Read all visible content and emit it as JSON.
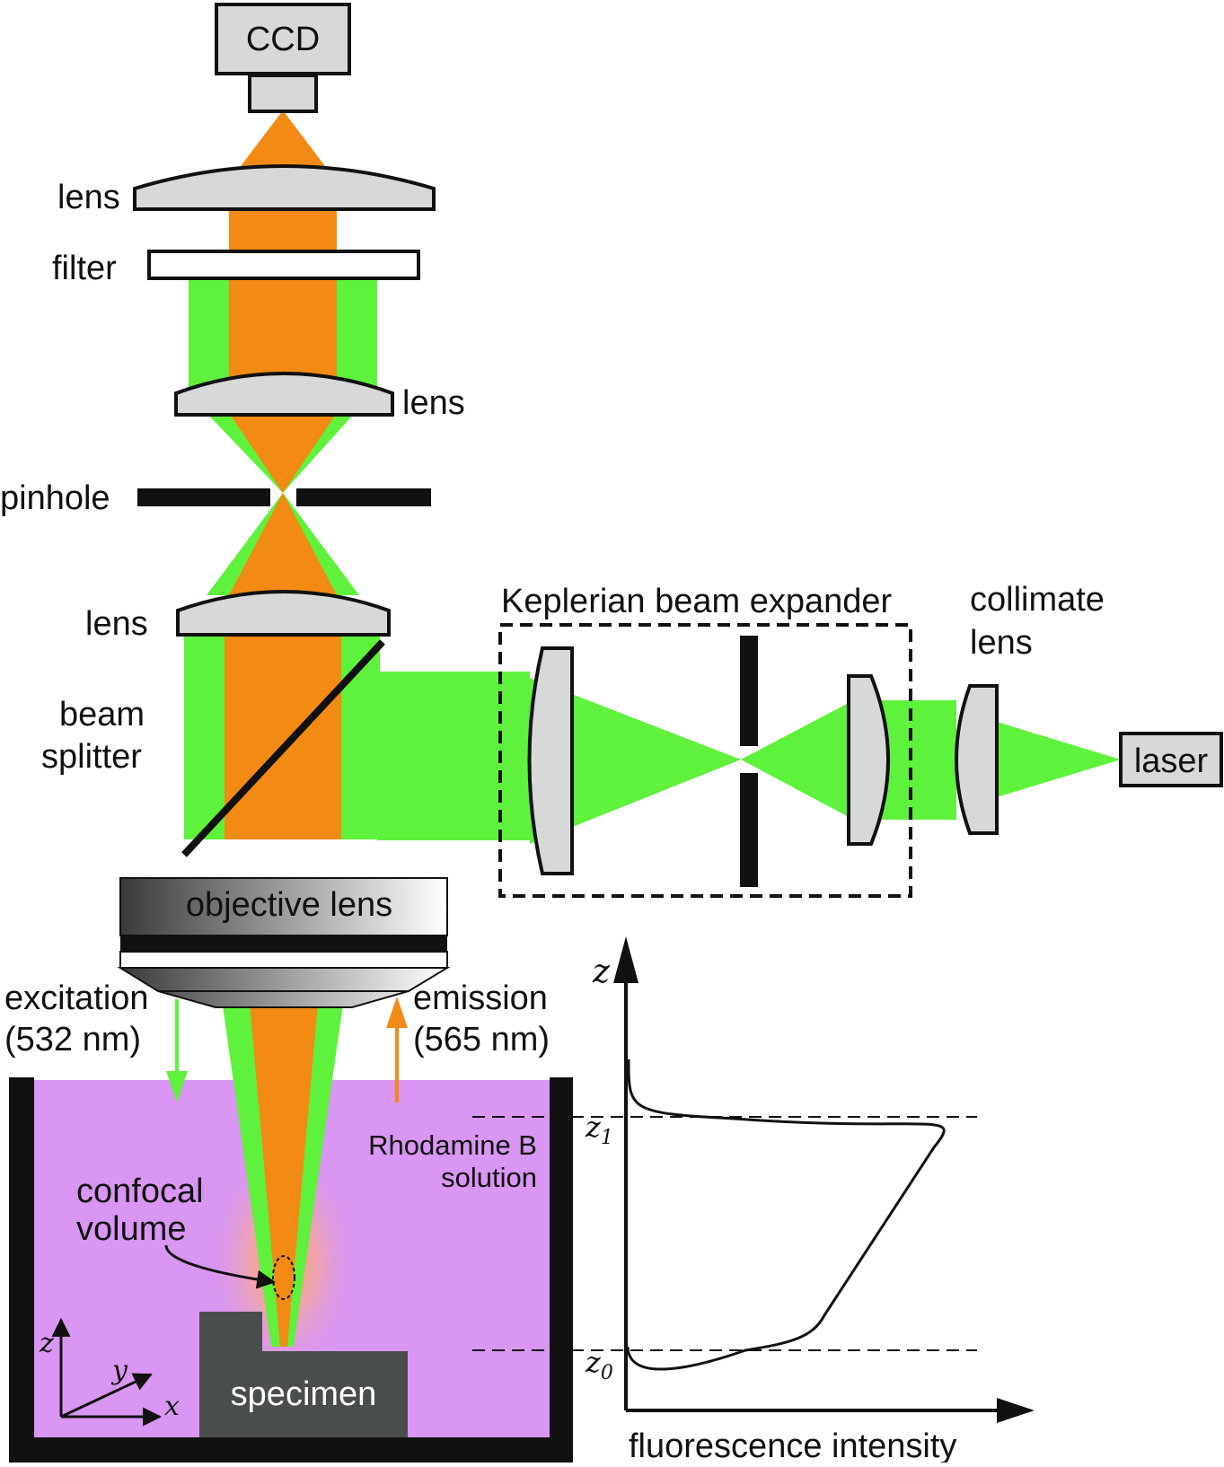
{
  "colors": {
    "green": "#5ff23c",
    "orange": "#f28a14",
    "lens_fill": "#d6d9d8",
    "solution": "#d996f2",
    "specimen": "#4a4d4d",
    "black": "#111111"
  },
  "labels": {
    "ccd": "CCD",
    "lens_top": "lens",
    "filter": "filter",
    "lens_mid": "lens",
    "pinhole": "pinhole",
    "lens_low": "lens",
    "beam_splitter_1": "beam",
    "beam_splitter_2": "splitter",
    "objective": "objective lens",
    "keplerian": "Keplerian beam expander",
    "collimate_1": "collimate",
    "collimate_2": "lens",
    "laser": "laser",
    "excitation_1": "excitation",
    "excitation_2": "(532 nm)",
    "emission_1": "emission",
    "emission_2": "(565 nm)",
    "rhodamine_1": "Rhodamine B",
    "rhodamine_2": "solution",
    "confocal_1": "confocal",
    "confocal_2": "volume",
    "specimen": "specimen",
    "axis_z": "z",
    "axis_y": "y",
    "axis_x": "x"
  },
  "plot": {
    "y_label": "z",
    "x_label": "fluorescence intensity",
    "z1_label": "z",
    "z1_sub": "1",
    "z0_label": "z",
    "z0_sub": "0"
  }
}
